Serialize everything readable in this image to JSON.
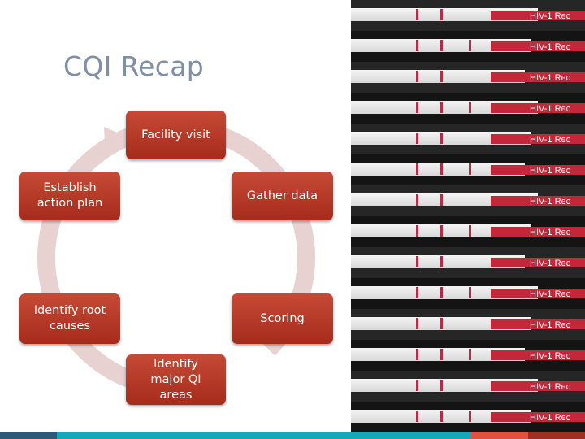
{
  "slide": {
    "title": "CQI Recap"
  },
  "cycle": {
    "arrow_color": "#e7d1d1",
    "node_color": "#b5392a",
    "nodes": [
      {
        "id": "facility-visit",
        "label": "Facility visit"
      },
      {
        "id": "gather-data",
        "label": "Gather data"
      },
      {
        "id": "scoring",
        "label": "Scoring"
      },
      {
        "id": "identify-major-qi-areas",
        "label": "Identify major QI areas"
      },
      {
        "id": "identify-root-causes",
        "label": "Identify root causes"
      },
      {
        "id": "establish-action-plan",
        "label": "Establish action plan"
      }
    ]
  },
  "photo": {
    "subject": "rapid HIV test strips",
    "strip_label": "HIV-1 Rec"
  },
  "footer": {
    "colors": [
      "#2e5a78",
      "#17a8b8",
      "#e0523e",
      "#a12e22"
    ]
  }
}
